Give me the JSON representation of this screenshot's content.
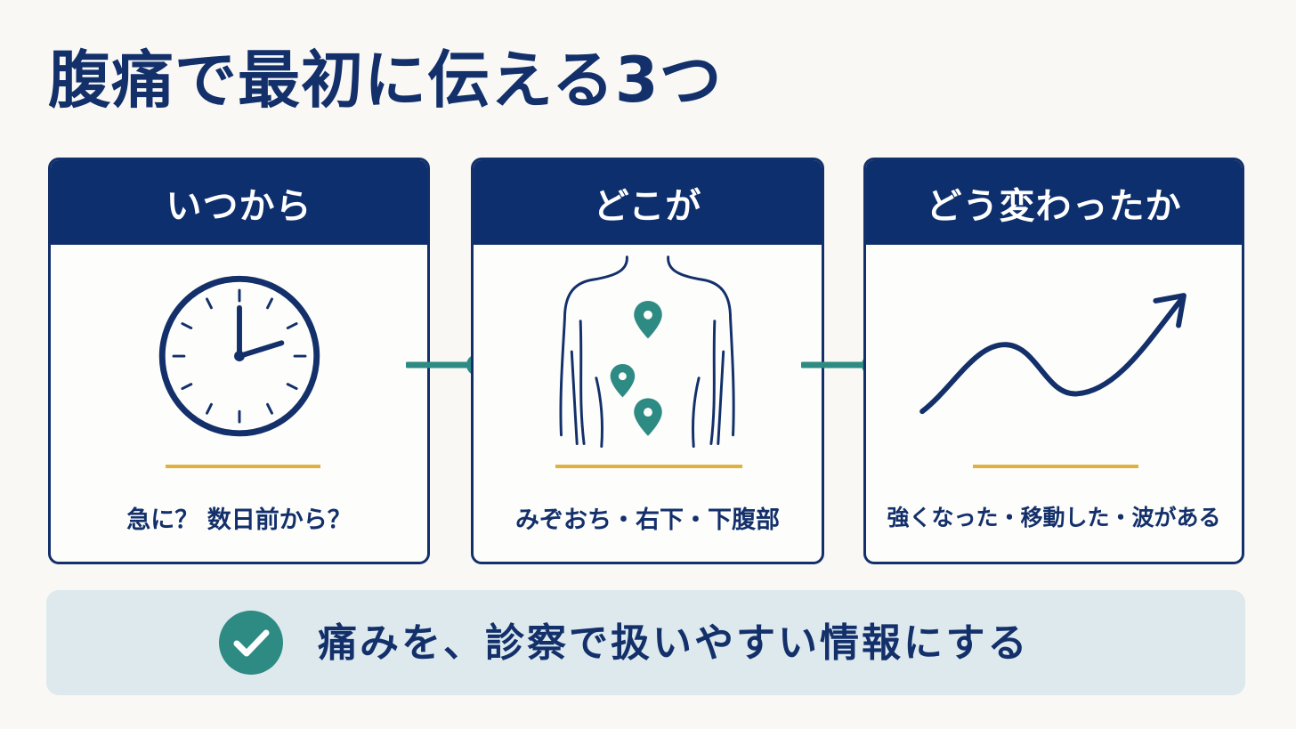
{
  "title": "腹痛で最初に伝える3つ",
  "colors": {
    "navy": "#0e2f6e",
    "teal": "#2e8b84",
    "gold": "#e0b13c",
    "banner_bg": "#dde9ed",
    "page_bg": "#f9f8f5"
  },
  "cards": [
    {
      "heading": "いつから",
      "icon": "clock-icon",
      "caption": "急に？ 数日前から？"
    },
    {
      "heading": "どこが",
      "icon": "torso-with-location-pins-icon",
      "caption": "みぞおち・右下・下腹部"
    },
    {
      "heading": "どう変わったか",
      "icon": "rising-wave-arrow-icon",
      "caption": "強くなった・移動した・波がある"
    }
  ],
  "banner": {
    "icon": "check-circle-icon",
    "text": "痛みを、診察で扱いやすい情報にする"
  }
}
